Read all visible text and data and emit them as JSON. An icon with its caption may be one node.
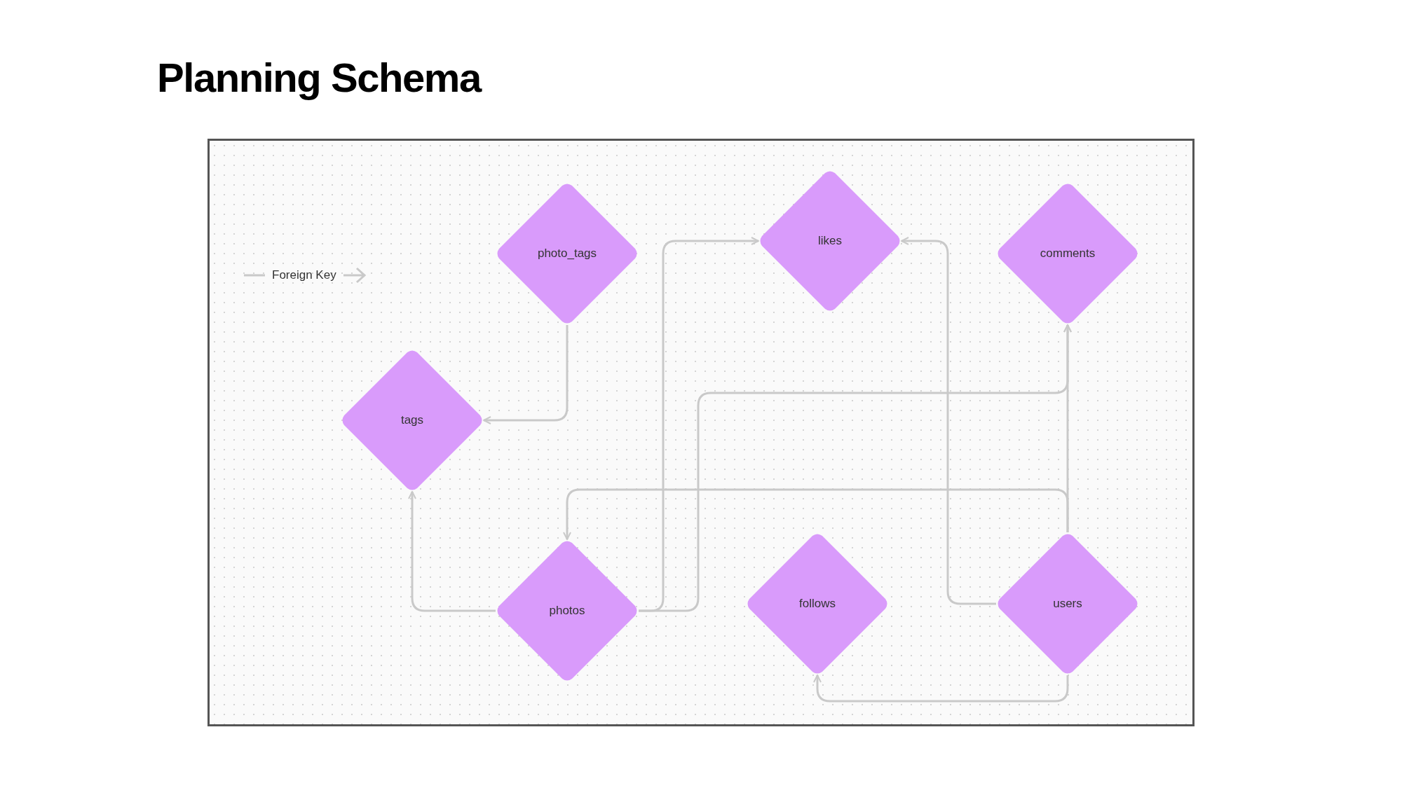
{
  "diagram": {
    "title": "Planning Schema",
    "nodes": [
      {
        "text": [
          "photo_tags"
        ]
      },
      {
        "text": [
          "likes"
        ]
      },
      {
        "text": [
          "comments"
        ]
      },
      {
        "text": [
          "tags"
        ]
      },
      {
        "text": [
          "photos"
        ]
      },
      {
        "text": [
          "follows"
        ]
      },
      {
        "text": [
          "users"
        ]
      }
    ],
    "edges": [
      {
        "from": 0,
        "to": 3,
        "arrow": "to"
      },
      {
        "from": 4,
        "to": 3,
        "arrow": "to"
      },
      {
        "from": 4,
        "to": 1,
        "arrow": "to"
      },
      {
        "from": 4,
        "to": 2,
        "arrow": "to"
      },
      {
        "from": 6,
        "to": 4,
        "arrow": "to"
      },
      {
        "from": 6,
        "to": 1,
        "arrow": "to"
      },
      {
        "from": 6,
        "to": 2,
        "arrow": "to"
      },
      {
        "from": 6,
        "to": 5,
        "arrow": "to"
      }
    ],
    "legend": [
      {
        "text": "Foreign Key"
      }
    ]
  }
}
